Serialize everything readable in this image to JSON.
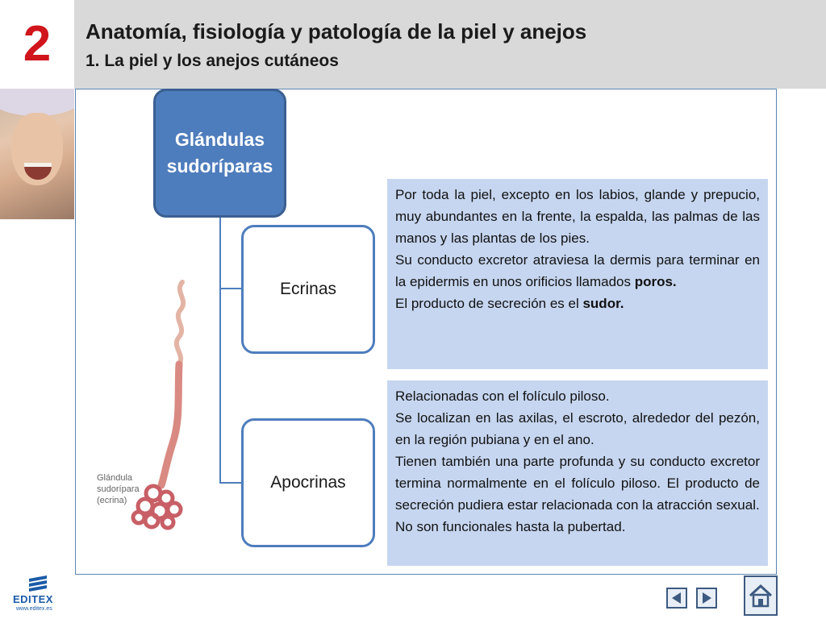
{
  "header": {
    "chapter_number": "2",
    "title": "Anatomía, fisiología y patología de la piel y anejos",
    "subtitle": "1. La piel y los anejos cutáneos"
  },
  "diagram": {
    "main_node": {
      "line1": "Glándulas",
      "line2": "sudoríparas"
    },
    "children": [
      {
        "label": "Ecrinas",
        "description": {
          "p1": "Por toda la piel, excepto en los labios, glande y prepucio, muy abundantes en la frente, la espalda, las palmas de las manos y las plantas de los pies.",
          "p2_before": "Su conducto excretor atraviesa la dermis para terminar en la epidermis en unos orificios llamados ",
          "p2_bold": "poros.",
          "p3_before": "El producto de secreción es el ",
          "p3_bold": "sudor."
        }
      },
      {
        "label": "Apocrinas",
        "description": {
          "p1": "Relacionadas con el folículo piloso.",
          "p2": "Se localizan en las axilas, el escroto, alrededor del pezón, en la región pubiana y en el ano.",
          "p3": "Tienen también una parte profunda y su conducto excretor termina normalmente en el folículo piloso. El producto de secreción pudiera estar relacionada con la atracción sexual.",
          "p4": "No son funcionales hasta la pubertad."
        }
      }
    ]
  },
  "illustration": {
    "caption_line1": "Glándula",
    "caption_line2": "sudorípara",
    "caption_line3": "(ecrina)"
  },
  "footer": {
    "logo_text": "EDITEX",
    "logo_url": "www.editex.es"
  },
  "colors": {
    "chapter_red": "#d0151c",
    "main_node_blue": "#4e7dbd",
    "desc_box_blue": "#c6d6f0",
    "header_gray": "#d9d9d9"
  },
  "icons": {
    "prev": "triangle-left-icon",
    "next": "triangle-right-icon",
    "home": "house-icon"
  }
}
